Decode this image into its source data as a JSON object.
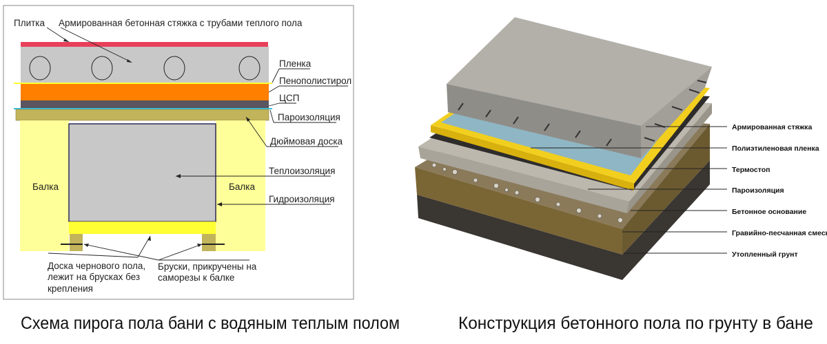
{
  "left_diagram": {
    "labels": {
      "tile": "Плитка",
      "screed": "Армированная бетонная стяжка с трубами теплого пола",
      "film": "Пленка",
      "foam": "Пенополистирол",
      "csp": "ЦСП",
      "vapor": "Пароизоляция",
      "board": "Дюймовая доска",
      "insulation": "Теплоизоляция",
      "beam_left": "Балка",
      "beam_right": "Балка",
      "waterproof": "Гидроизоляция",
      "subfloor_1": "Доска чернового пола,",
      "subfloor_2": "лежит на брусках без",
      "subfloor_3": "крепления",
      "bars_1": "Бруски, прикручены на",
      "bars_2": "саморезы к балке"
    },
    "caption": "Схема пирога пола бани с водяным теплым полом",
    "colors": {
      "tile": "#e8405a",
      "screed": "#c8c8c8",
      "film": "#ffff33",
      "foam": "#ff7f00",
      "csp": "#5a5560",
      "vapor": "#33c0e0",
      "board": "#c2b45a",
      "beam": "#ffff99",
      "insulation": "#c8c8c8"
    }
  },
  "right_diagram": {
    "labels": [
      "Армированная стяжка",
      "Полиэтиленовая пленка",
      "Термостоп",
      "Пароизоляция",
      "Бетонное основание",
      "Гравийно-песчанная смесь",
      "Утопленный грунт"
    ],
    "caption": "Конструкция бетонного пола по грунту в бане"
  }
}
